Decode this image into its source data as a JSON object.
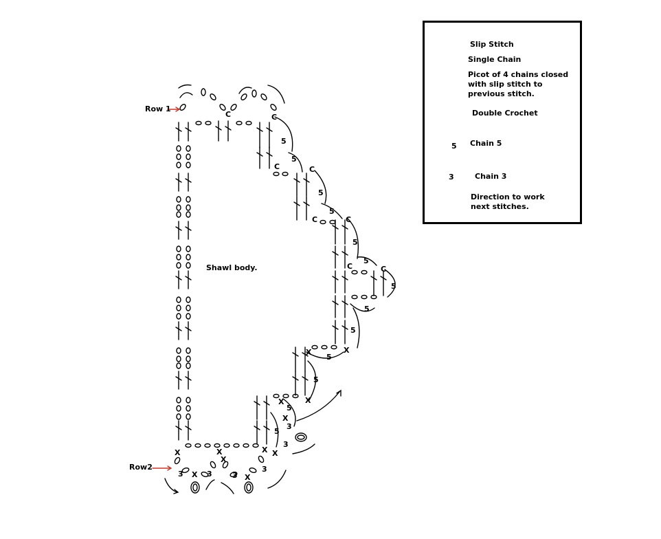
{
  "legend": {
    "slip_stitch": "Slip Stitch",
    "single_chain": "Single Chain",
    "picot": "Picot of 4 chains closed\nwith slip stitch to\nprevious stitch.",
    "double_crochet": "Double Crochet",
    "chain5": "Chain 5",
    "chain5_num": "5",
    "chain3": "Chain 3",
    "chain3_num": "3",
    "direction": "Direction to work\nnext stitches."
  },
  "labels": {
    "row1": "Row 1",
    "row2": "Row2",
    "body": "Shawl body.",
    "five": "5",
    "three": "3",
    "slip": "C",
    "x": "X"
  },
  "colors": {
    "ink": "#000000",
    "row_arrow": "#c0392b"
  }
}
